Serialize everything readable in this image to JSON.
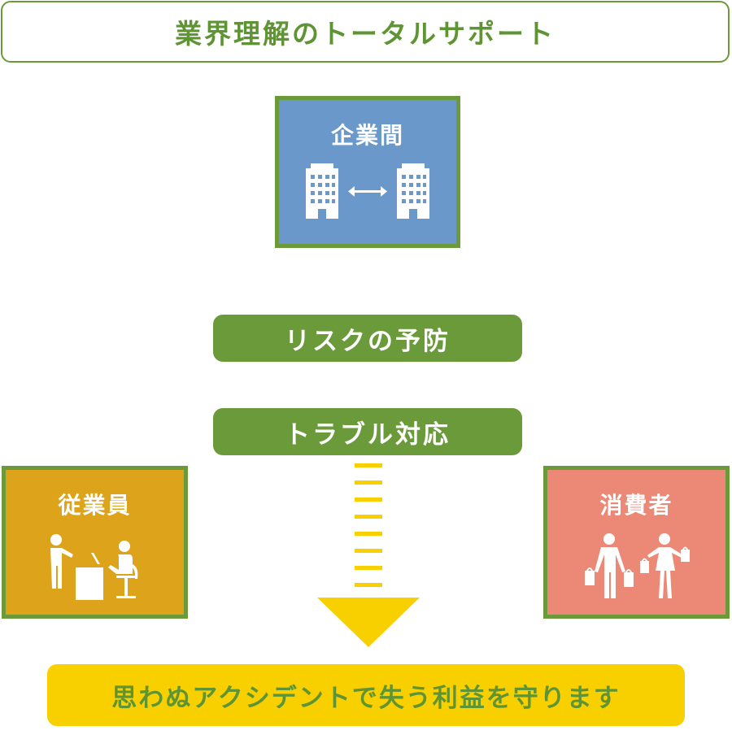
{
  "title": "業界理解のトータルサポート",
  "company": {
    "label": "企業間",
    "icon": "buildings-exchange-icon"
  },
  "employee": {
    "label": "従業員",
    "icon": "employee-desk-icon"
  },
  "consumer": {
    "label": "消費者",
    "icon": "shoppers-icon"
  },
  "steps": {
    "risk": "リスクの予防",
    "trouble": "トラブル対応"
  },
  "conclusion": "思わぬアクシデントで失う利益を守ります",
  "colors": {
    "green": "#6a9a3a",
    "blue": "#6a98cb",
    "orange": "#dda31a",
    "salmon": "#eb8976",
    "yellow": "#f8d000"
  }
}
